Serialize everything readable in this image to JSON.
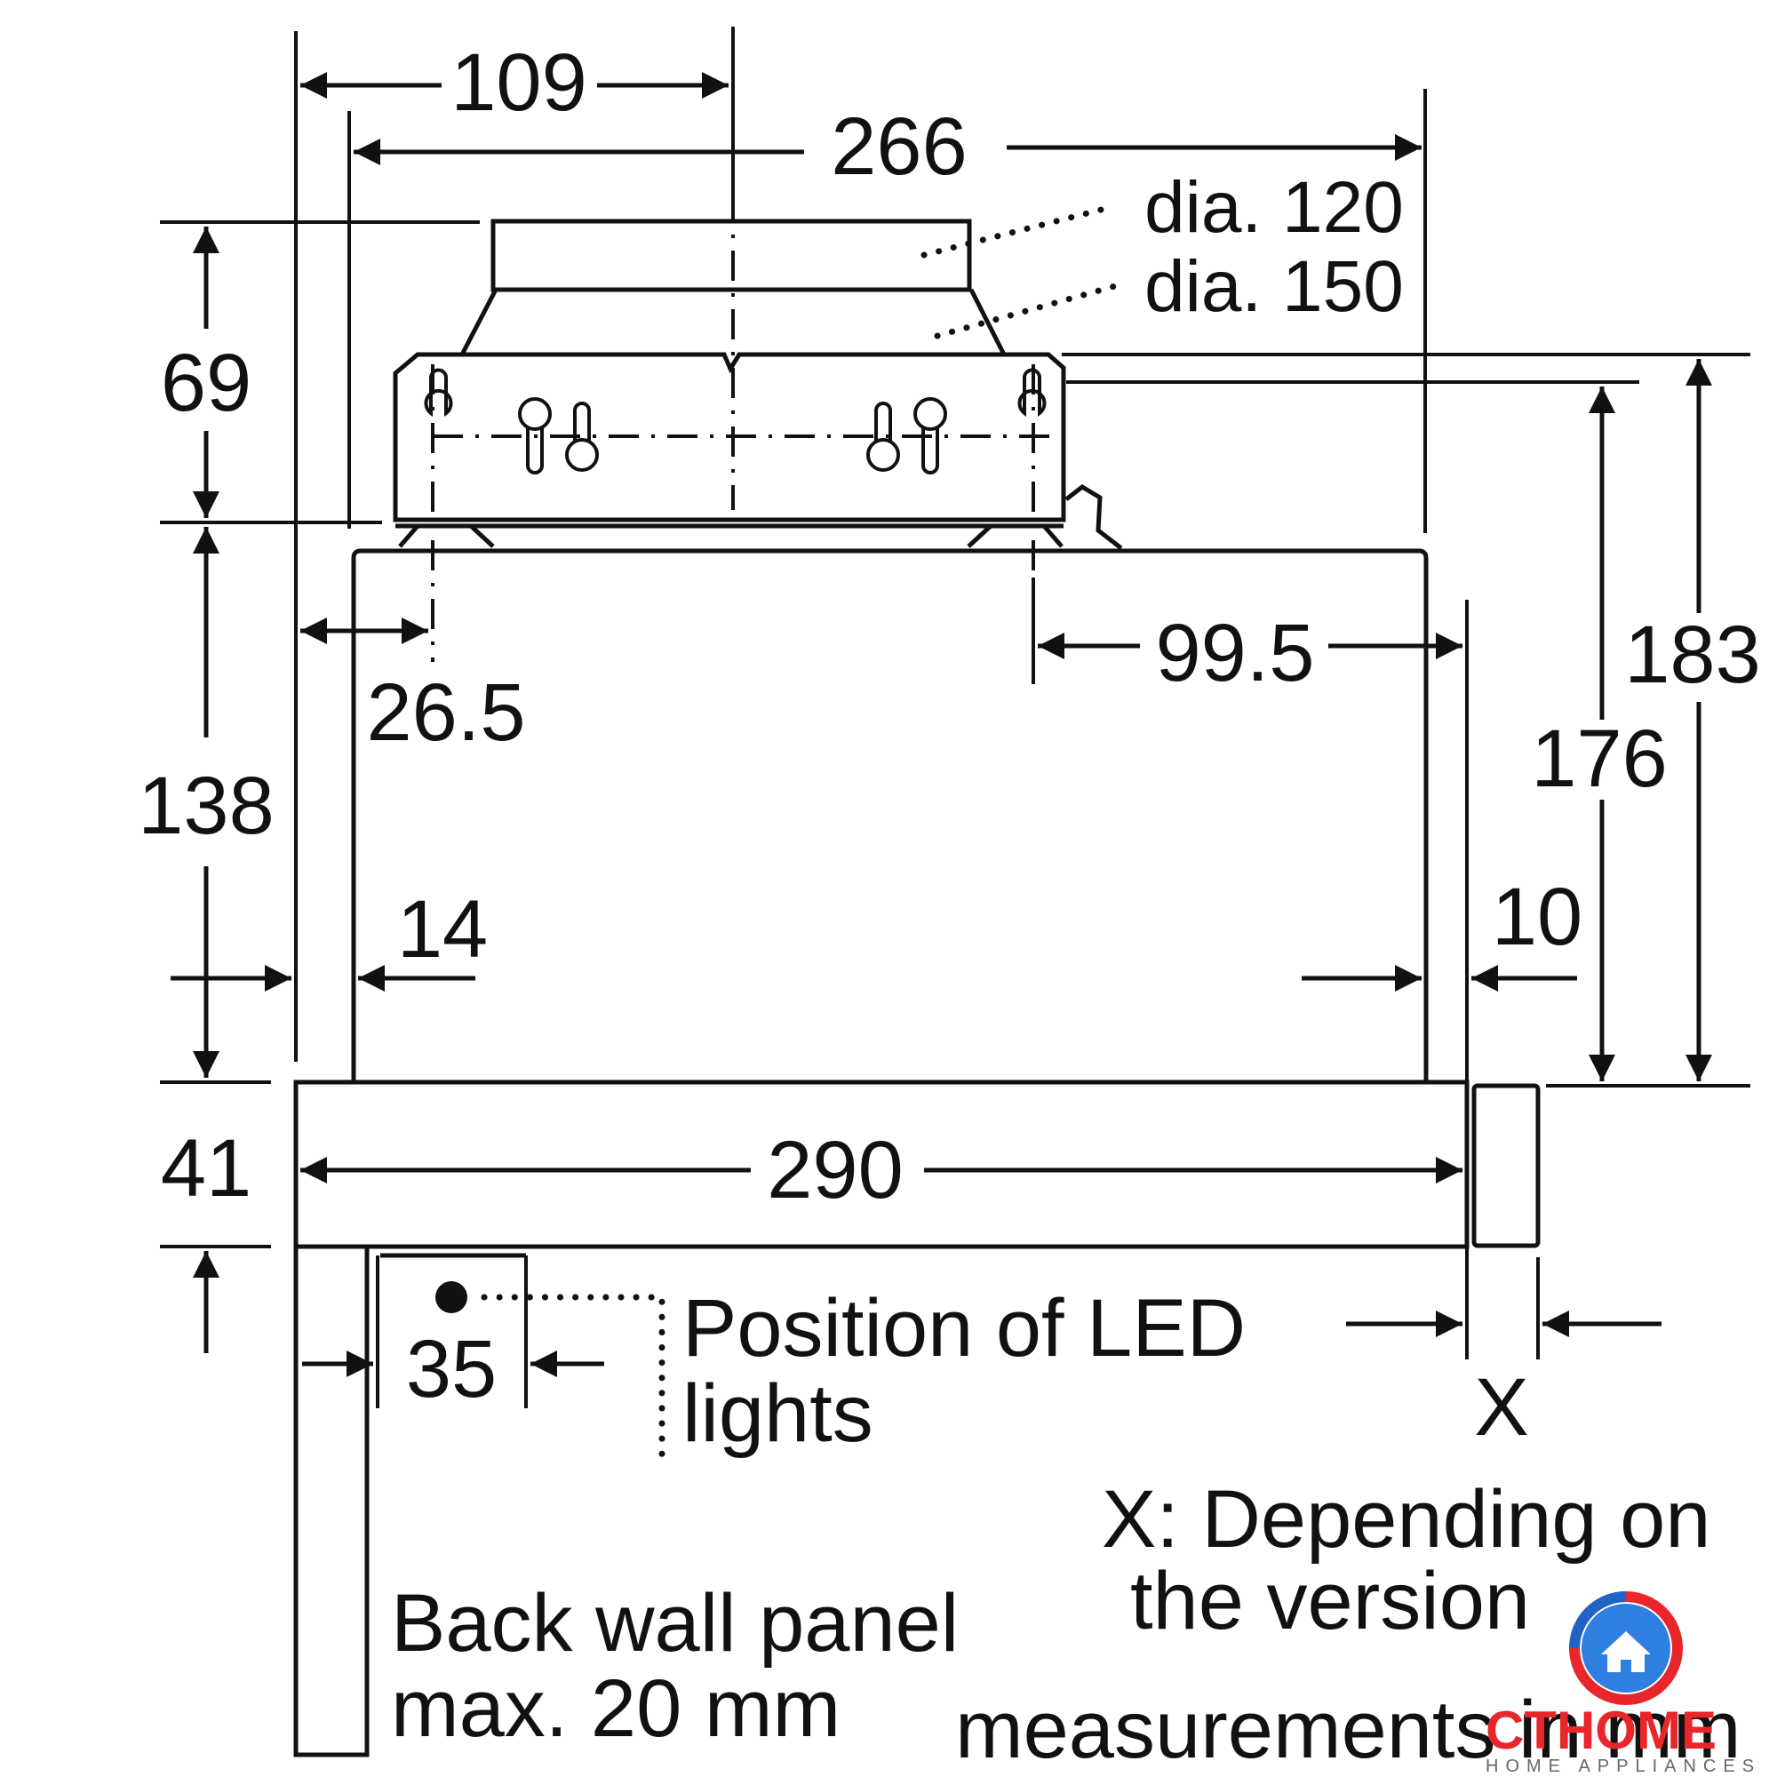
{
  "dimensions": {
    "d109": "109",
    "d266": "266",
    "d69": "69",
    "d138": "138",
    "d41": "41",
    "d26_5": "26.5",
    "d14": "14",
    "d99_5": "99.5",
    "d183": "183",
    "d176": "176",
    "d10": "10",
    "d290": "290",
    "d35": "35",
    "dX": "X"
  },
  "labels": {
    "dia120": "dia. 120",
    "dia150": "dia. 150",
    "led_line1": "Position of LED",
    "led_line2": "lights",
    "x_note_line1": "X: Depending on",
    "x_note_line2": "the version",
    "back_wall_line1": "Back wall panel",
    "back_wall_line2": "max. 20 mm",
    "units_note": "measurements in mm"
  },
  "watermark": {
    "brand": "CTHOME",
    "tagline": "HOME APPLIANCES",
    "colors": {
      "red": "#e8262b",
      "blue": "#1f63c7"
    }
  }
}
